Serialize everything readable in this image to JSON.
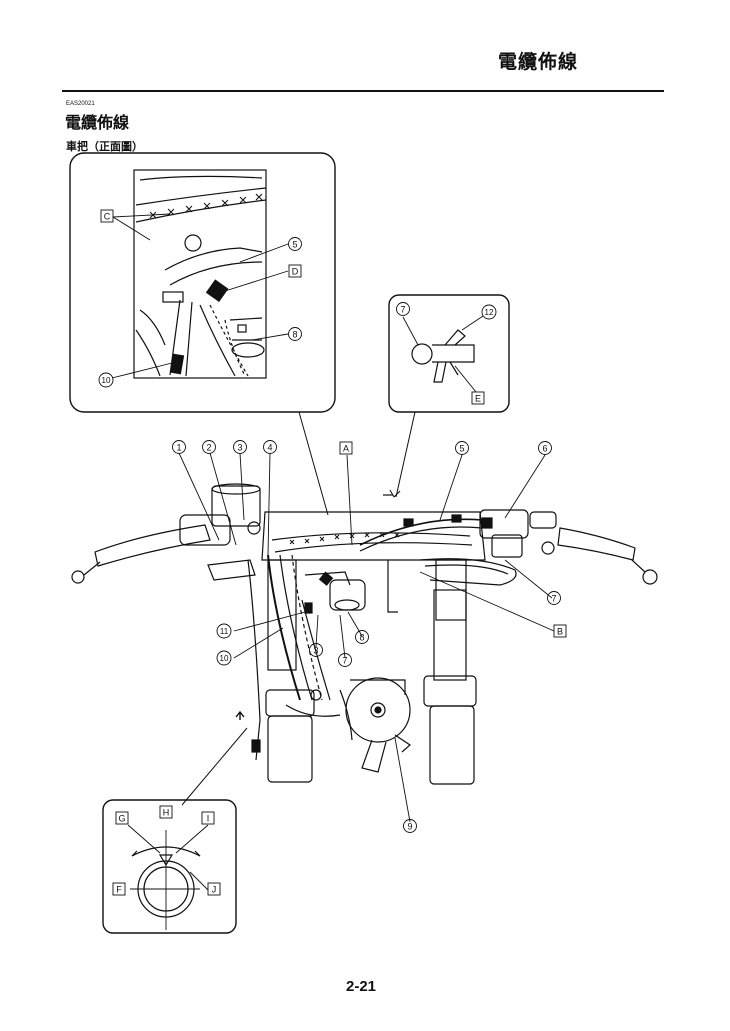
{
  "header": {
    "title": "電纜佈線"
  },
  "doc": {
    "code": "EAS20021",
    "section_title": "電纜佈線",
    "subsection": "車把（正面圖）",
    "page_number": "2-21"
  },
  "callouts": {
    "n1": "1",
    "n2": "2",
    "n3": "3",
    "n3b": "3",
    "n4": "4",
    "n5": "5",
    "n5b": "5",
    "n6": "6",
    "n7": "7",
    "n7b": "7",
    "n7c": "7",
    "n8": "8",
    "n8b": "8",
    "n9": "9",
    "n10": "10",
    "n10b": "10",
    "n11": "11",
    "n12": "12"
  },
  "letters": {
    "A": "A",
    "B": "B",
    "C": "C",
    "D": "D",
    "E": "E",
    "F": "F",
    "G": "G",
    "H": "H",
    "I": "I",
    "J": "J"
  }
}
